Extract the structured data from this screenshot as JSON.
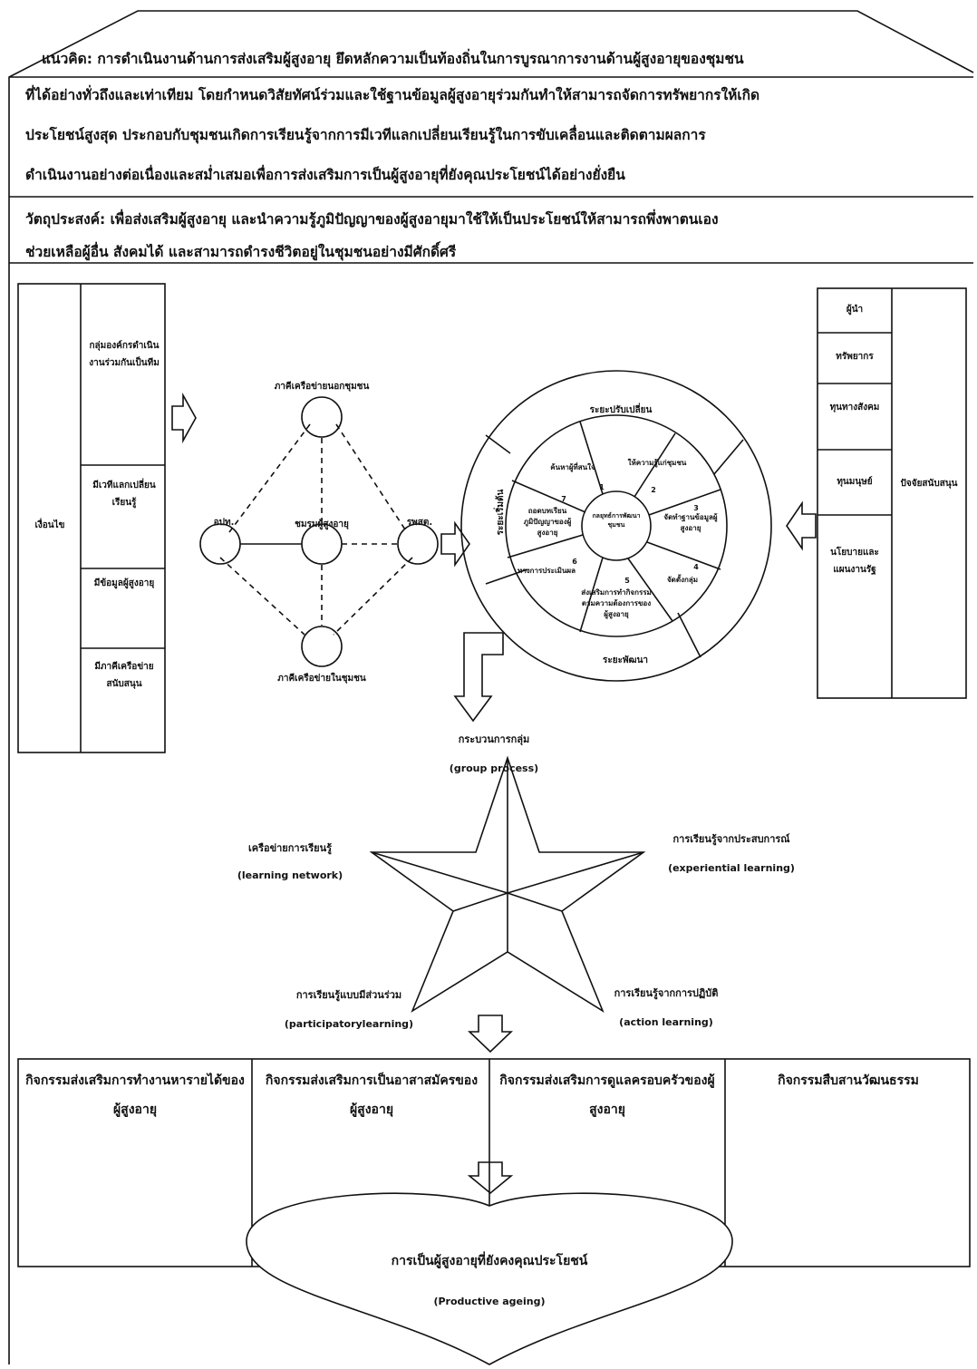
{
  "header": {
    "concept_lines": [
      "แนวคิด: การดำเนินงานด้านการส่งเสริมผู้สูงอายุ ยึดหลักความเป็นท้องถิ่นในการบูรณาการงานด้านผู้สูงอายุของชุมชน",
      "ที่ได้อย่างทั่วถึงและเท่าเทียม โดยกำหนดวิสัยทัศน์ร่วมและใช้ฐานข้อมูลผู้สูงอายุร่วมกันทำให้สามารถจัดการทรัพยากรให้เกิด",
      "ประโยชน์สูงสุด ประกอบกับชุมชนเกิดการเรียนรู้จากการมีเวทีแลกเปลี่ยนเรียนรู้ในการขับเคลื่อนและติดตามผลการ",
      "ดำเนินงานอย่างต่อเนื่องและสม่ำเสมอเพื่อการส่งเสริมการเป็นผู้สูงอายุที่ยังคุณประโยชน์ได้อย่างยั่งยืน"
    ],
    "objective_lines": [
      "วัตถุประสงค์: เพื่อส่งเสริมผู้สูงอายุ และนำความรู้ภูมิปัญญาของผู้สูงอายุมาใช้ให้เป็นประโยชน์ให้สามารถพึ่งพาตนเอง",
      "ช่วยเหลือผู้อื่น สังคมได้ และสามารถดำรงชีวิตอยู่ในชุมชนอย่างมีศักดิ์ศรี"
    ]
  },
  "conditions": {
    "label": "เงื่อนไข",
    "items": [
      "กลุ่มองค์กรดำเนินงานร่วมกันเป็นทีม",
      "มีเวทีแลกเปลี่ยนเรียนรู้",
      "มีข้อมูลผู้สูงอายุ",
      "มีภาคีเครือข่ายสนับสนุน"
    ]
  },
  "network": {
    "top": "ภาคีเครือข่ายนอกชุมชน",
    "left": "อปท.",
    "center": "ชมรมผู้สูงอายุ",
    "right": "รพสต.",
    "bottom": "ภาคีเครือข่ายในชุมชน"
  },
  "wheel": {
    "outer_top": "ระยะปรับเปลี่ยน",
    "outer_left": "ระยะเริ่มต้น",
    "outer_bottom": "ระยะพัฒนา",
    "hub": "กลยุทธ์การพัฒนาชุมชน",
    "segments": [
      {
        "num": "1",
        "text": "ค้นหาผู้ที่สนใจ"
      },
      {
        "num": "2",
        "text": "ให้ความรู้แก่ชุมชน"
      },
      {
        "num": "3",
        "text": "จัดทำฐานข้อมูลผู้สูงอายุ"
      },
      {
        "num": "4",
        "text": "จัดตั้งกลุ่ม"
      },
      {
        "num": "5",
        "text": "ส่งเสริมการทำกิจกรรมตามความต้องการของผู้สูงอายุ"
      },
      {
        "num": "6",
        "text": "ทางการประเมินผล"
      },
      {
        "num": "7",
        "text": "ถอดบทเรียนภูมิปัญญาของผู้สูงอายุ"
      }
    ]
  },
  "support": {
    "label": "ปัจจัยสนับสนุน",
    "items": [
      "ผู้นำ",
      "ทรัพยากร",
      "ทุนทางสังคม",
      "ทุนมนุษย์",
      "นโยบายและแผนงานรัฐ"
    ]
  },
  "group_process": {
    "th": "กระบวนการกลุ่ม",
    "en": "(group process)"
  },
  "star": {
    "left_th": "เครือข่ายการเรียนรู้",
    "left_en": "(learning network)",
    "right_th": "การเรียนรู้จากประสบการณ์",
    "right_en": "(experiential learning)",
    "bottom_left_th": "การเรียนรู้แบบมีส่วนร่วม",
    "bottom_left_en": "(participatorylearning)",
    "bottom_right_th": "การเรียนรู้จากการปฏิบัติ",
    "bottom_right_en": "(action learning)"
  },
  "activities": [
    "กิจกรรมส่งเสริมการทำงานหารายได้ของผู้สูงอายุ",
    "กิจกรรมส่งเสริมการเป็นอาสาสมัครของผู้สูงอายุ",
    "กิจกรรมส่งเสริมการดูแลครอบครัวของผู้สูงอายุ",
    "กิจกรรมสืบสานวัฒนธรรม"
  ],
  "outcome": {
    "th": "การเป็นผู้สูงอายุที่ยังคงคุณประโยชน์",
    "en": "(Productive ageing)"
  }
}
